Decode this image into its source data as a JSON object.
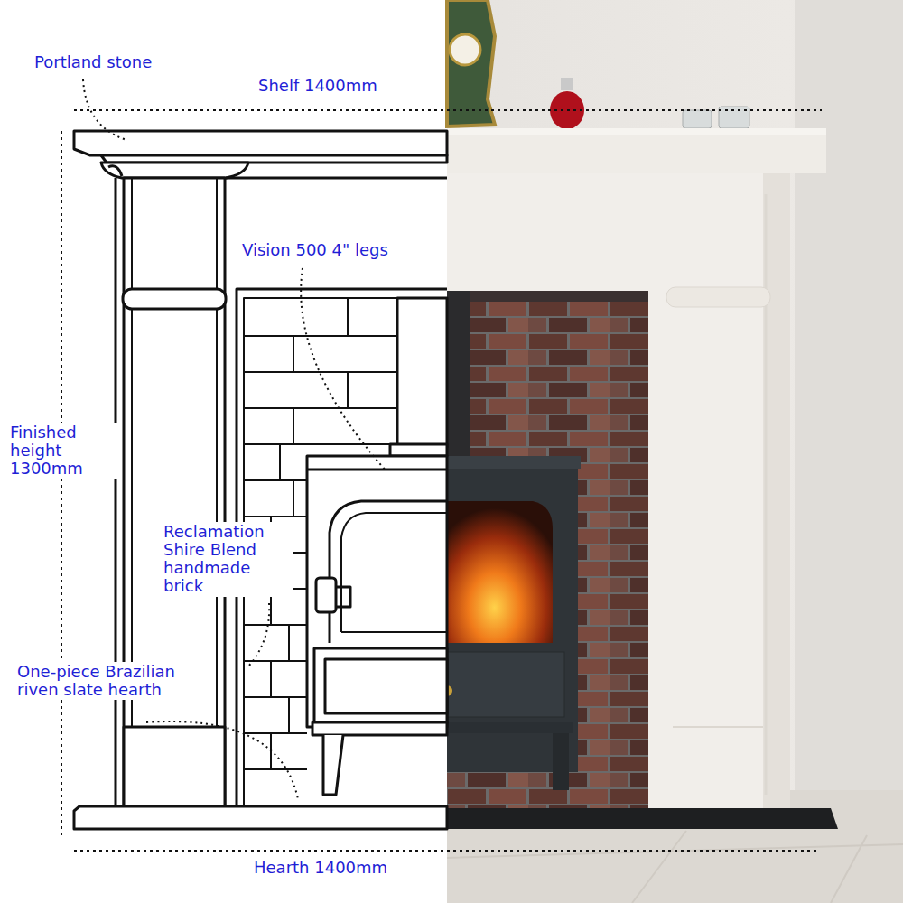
{
  "diagram": {
    "labels": [
      "Portland stone",
      "Shelf 1400mm",
      "Vision 500 4\" legs",
      "Finished height 1300mm",
      "Reclamation Shire Blend handmade brick",
      "One-piece Brazilian riven slate hearth",
      "Hearth 1400mm"
    ]
  }
}
